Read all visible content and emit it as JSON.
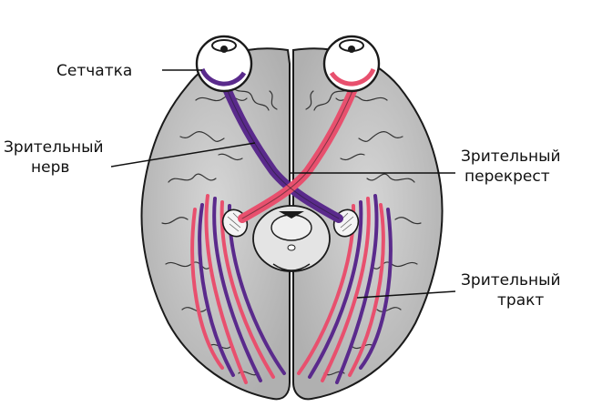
{
  "labels": {
    "retina": "Сетчатка",
    "optic_nerve": [
      "Зрительный",
      "нерв"
    ],
    "optic_chiasm": [
      "Зрительный",
      "перекрест"
    ],
    "optic_tract": [
      "Зрительный",
      "тракт"
    ]
  },
  "colors": {
    "brain_fill": "#c8c8c8",
    "brain_outline": "#1a1a1a",
    "nerve_left": "#5a2a8c",
    "nerve_right": "#e8506e",
    "eye_white": "#ffffff",
    "leader_line": "#111111"
  }
}
